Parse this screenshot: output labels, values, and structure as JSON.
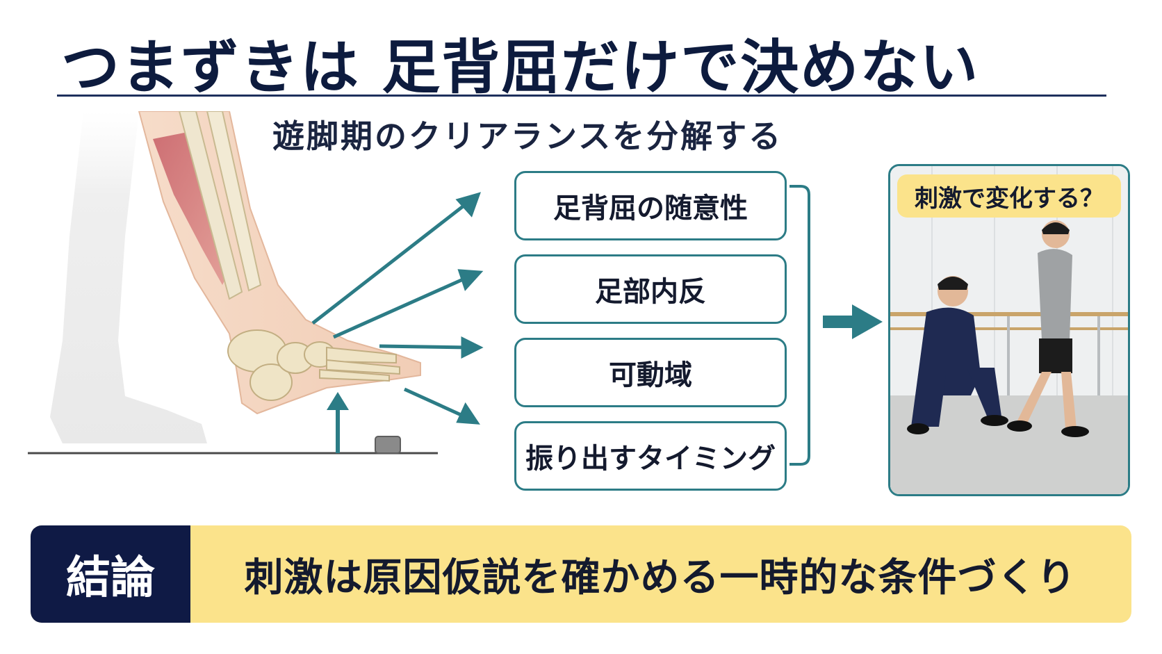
{
  "title": "つまずきは 足背屈だけで決めない",
  "subtitle": "遊脚期のクリアランスを分解する",
  "factors": [
    {
      "label": "足背屈の随意性"
    },
    {
      "label": "足部内反"
    },
    {
      "label": "可動域"
    },
    {
      "label": "振り出すタイミング"
    }
  ],
  "photo_card": {
    "label": "刺激で変化する？"
  },
  "conclusion": {
    "tag": "結論",
    "text": "刺激は原因仮説を確かめる一時的な条件づくり"
  },
  "colors": {
    "navy": "#0f1a45",
    "teal": "#2c7c86",
    "yellow": "#fbe38b"
  }
}
